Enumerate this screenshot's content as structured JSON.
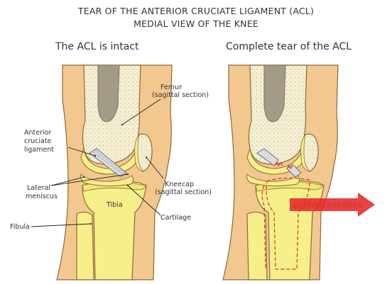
{
  "title": {
    "line1": "TEAR OF THE ANTERIOR CRUCIATE LIGAMENT (ACL)",
    "line2": "MEDIAL VIEW OF THE KNEE"
  },
  "left_panel": {
    "heading": "The ACL is intact",
    "labels": {
      "femur": "Femur",
      "femur_sub": "(sagittal section)",
      "acl_1": "Anterior",
      "acl_2": "cruciate",
      "acl_3": "ligament",
      "meniscus_1": "Lateral",
      "meniscus_2": "meniscus",
      "kneecap": "Kneecap",
      "kneecap_sub": "(sagittal section)",
      "tibia": "Tibia",
      "cartilage": "Cartilage",
      "fibula": "Fibula"
    }
  },
  "right_panel": {
    "heading": "Complete tear of the ACL",
    "arrow_label": "SLIPPING FORWARD"
  },
  "colors": {
    "skin": "#f2c88e",
    "skin_outline": "#8a6a3a",
    "bone": "#f7ef8a",
    "bone_spongy": "#f3edc8",
    "marrow": "#a39a88",
    "ligament": "#d9dde2",
    "tear_red": "#e8262a"
  }
}
